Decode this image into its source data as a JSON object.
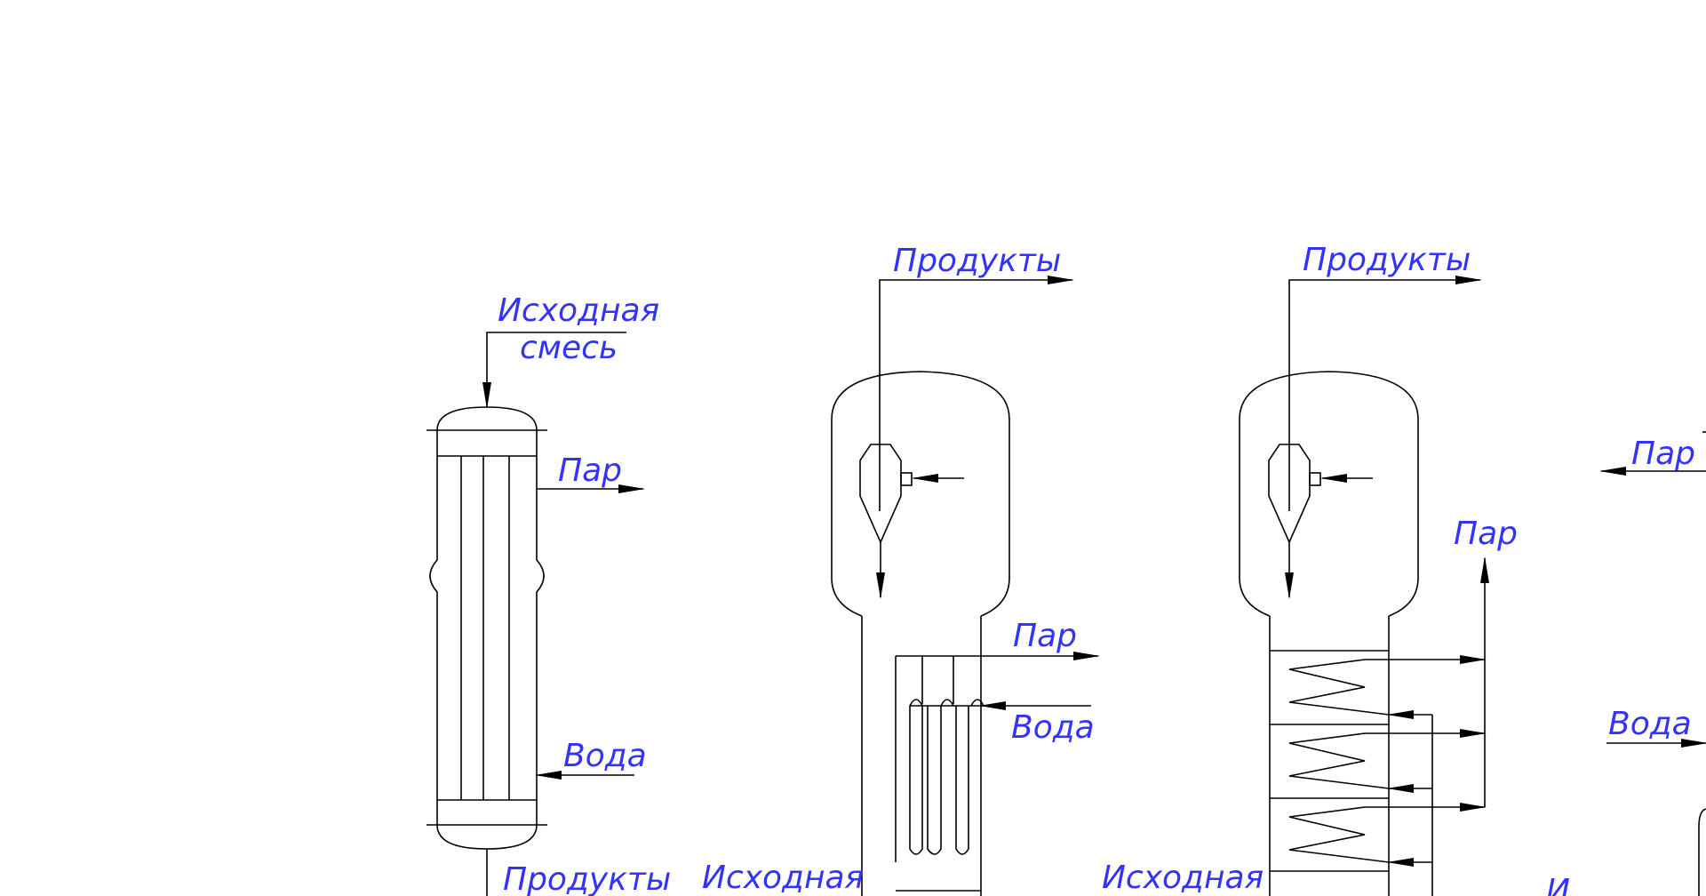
{
  "colors": {
    "line": "#000000",
    "label": "#3333ff",
    "background": "#ffffff"
  },
  "reactor1": {
    "feed_label_1": "Исходная",
    "feed_label_2": "смесь",
    "steam_label": "Пар",
    "water_label": "Вода",
    "products_label": "Продукты"
  },
  "reactor2": {
    "products_label": "Продукты",
    "steam_label": "Пар",
    "water_label": "Вода",
    "feed_label": "Исходная"
  },
  "reactor3": {
    "products_label": "Продукты",
    "steam_label": "Пар",
    "feed_label": "Исходная"
  },
  "reactor4": {
    "steam_label": "Пар",
    "water_label": "Вода",
    "feed_label_partial": "И"
  }
}
